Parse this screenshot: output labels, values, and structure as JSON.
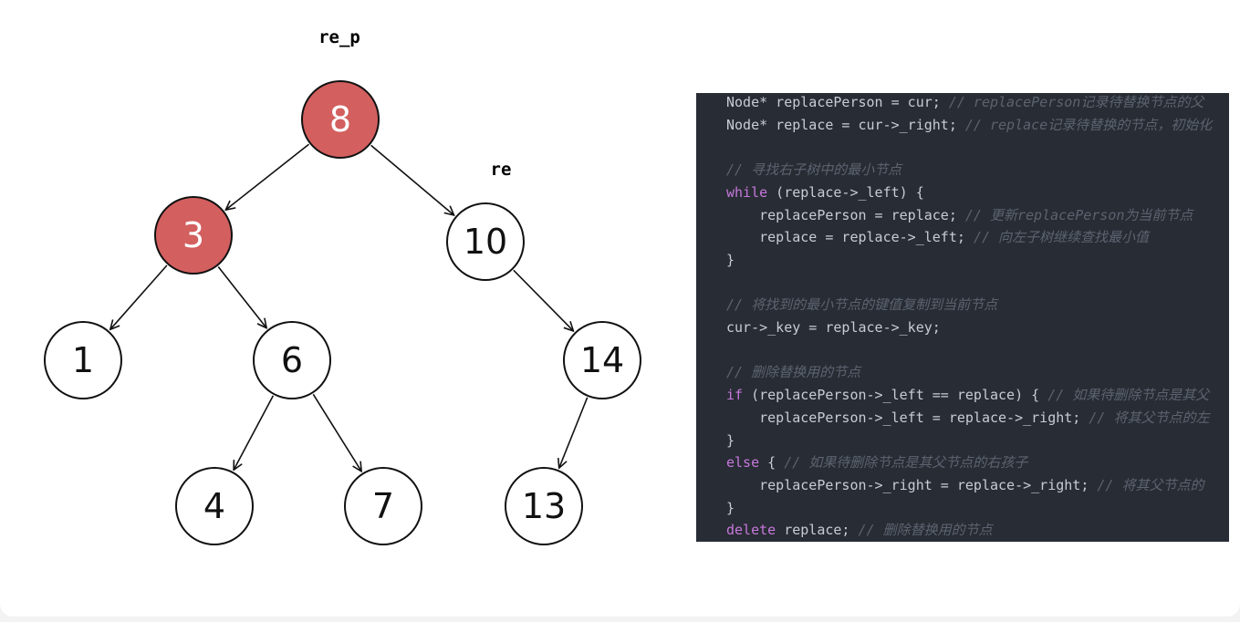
{
  "diagram": {
    "pointer_labels": {
      "re_p": "re_p",
      "re": "re"
    },
    "nodes": [
      {
        "id": "n8",
        "label": "8",
        "highlighted": true
      },
      {
        "id": "n3",
        "label": "3",
        "highlighted": true
      },
      {
        "id": "n10",
        "label": "10",
        "highlighted": false
      },
      {
        "id": "n1",
        "label": "1",
        "highlighted": false
      },
      {
        "id": "n6",
        "label": "6",
        "highlighted": false
      },
      {
        "id": "n14",
        "label": "14",
        "highlighted": false
      },
      {
        "id": "n4",
        "label": "4",
        "highlighted": false
      },
      {
        "id": "n7",
        "label": "7",
        "highlighted": false
      },
      {
        "id": "n13",
        "label": "13",
        "highlighted": false
      }
    ],
    "edges": [
      [
        "n8",
        "n3"
      ],
      [
        "n8",
        "n10"
      ],
      [
        "n3",
        "n1"
      ],
      [
        "n3",
        "n6"
      ],
      [
        "n10",
        "n14"
      ],
      [
        "n6",
        "n4"
      ],
      [
        "n6",
        "n7"
      ],
      [
        "n14",
        "n13"
      ]
    ],
    "colors": {
      "highlight_fill": "#d35f5f",
      "stroke": "#111111",
      "normal_fill": "#ffffff"
    }
  },
  "code": {
    "lines": [
      [
        [
          "p",
          "Node* replacePerson = cur; "
        ],
        [
          "c",
          "// replacePerson记录待替换节点的父"
        ]
      ],
      [
        [
          "p",
          "Node* replace = cur->_right; "
        ],
        [
          "c",
          "// replace记录待替换的节点，初始化"
        ]
      ],
      [],
      [
        [
          "c",
          "// 寻找右子树中的最小节点"
        ]
      ],
      [
        [
          "k",
          "while"
        ],
        [
          "p",
          " (replace->_left) {"
        ]
      ],
      [
        [
          "p",
          "    replacePerson = replace; "
        ],
        [
          "c",
          "// 更新replacePerson为当前节点"
        ]
      ],
      [
        [
          "p",
          "    replace = replace->_left; "
        ],
        [
          "c",
          "// 向左子树继续查找最小值"
        ]
      ],
      [
        [
          "p",
          "}"
        ]
      ],
      [],
      [
        [
          "c",
          "// 将找到的最小节点的键值复制到当前节点"
        ]
      ],
      [
        [
          "p",
          "cur->_key = replace->_key;"
        ]
      ],
      [],
      [
        [
          "c",
          "// 删除替换用的节点"
        ]
      ],
      [
        [
          "k",
          "if"
        ],
        [
          "p",
          " (replacePerson->_left == replace) { "
        ],
        [
          "c",
          "// 如果待删除节点是其父"
        ]
      ],
      [
        [
          "p",
          "    replacePerson->_left = replace->_right; "
        ],
        [
          "c",
          "// 将其父节点的左"
        ]
      ],
      [
        [
          "p",
          "}"
        ]
      ],
      [
        [
          "k",
          "else"
        ],
        [
          "p",
          " { "
        ],
        [
          "c",
          "// 如果待删除节点是其父节点的右孩子"
        ]
      ],
      [
        [
          "p",
          "    replacePerson->_right = replace->_right; "
        ],
        [
          "c",
          "// 将其父节点的"
        ]
      ],
      [
        [
          "p",
          "}"
        ]
      ],
      [
        [
          "k",
          "delete"
        ],
        [
          "p",
          " replace; "
        ],
        [
          "c",
          "// 删除替换用的节点"
        ]
      ]
    ],
    "colors": {
      "background": "#282c34",
      "keyword": "#c678dd",
      "plain": "#c8ccd4",
      "comment": "#5c6370"
    }
  }
}
